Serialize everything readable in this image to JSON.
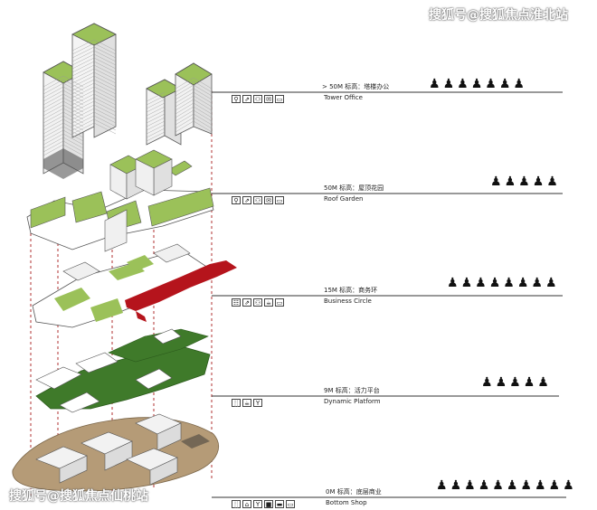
{
  "watermark_top": "搜狐号@搜狐焦点淮北站",
  "watermark_bottom": "搜狐号@搜狐焦点仙桃站",
  "colors": {
    "roof_green": "#9bc159",
    "dark_green": "#3f7a2a",
    "business_red": "#b5141c",
    "ground_tan": "#b59b77",
    "dash_red": "#b03030",
    "line": "#333333"
  },
  "levels": [
    {
      "id": "tower-office",
      "cn": "> 50M 标高：塔楼办公",
      "en": "Tower Office",
      "icons": [
        "stand-icon",
        "escalator-icon",
        "people-icon",
        "mail-icon",
        "screen-icon"
      ],
      "people_icon": "office-worker-icon",
      "people_count": 7
    },
    {
      "id": "roof-garden",
      "cn": "50M 标高：屋顶花园",
      "en": "Roof Garden",
      "icons": [
        "stand-icon",
        "escalator-icon",
        "people-icon",
        "mail-icon",
        "screen-icon"
      ],
      "people_icon": "standing-person-icon",
      "people_count": 5
    },
    {
      "id": "business-circle",
      "cn": "15M 标高：商务环",
      "en": "Business Circle",
      "icons": [
        "meeting-icon",
        "escalator-icon",
        "people-icon",
        "coffee-icon",
        "screen-icon"
      ],
      "people_icon": "business-person-icon",
      "people_count": 8
    },
    {
      "id": "dynamic-platform",
      "cn": "9M 标高：活力平台",
      "en": "Dynamic Platform",
      "icons": [
        "dining-icon",
        "coffee-icon",
        "cocktail-icon"
      ],
      "people_icon": "dancing-person-icon",
      "people_count": 5
    },
    {
      "id": "bottom-shop",
      "cn": "0M 标高：底层商业",
      "en": "Bottom Shop",
      "icons": [
        "dining-icon",
        "shop-icon",
        "cocktail-icon",
        "gift-icon",
        "car-icon",
        "screen-icon"
      ],
      "people_icon": "pedestrian-icon",
      "people_count": 10
    }
  ]
}
